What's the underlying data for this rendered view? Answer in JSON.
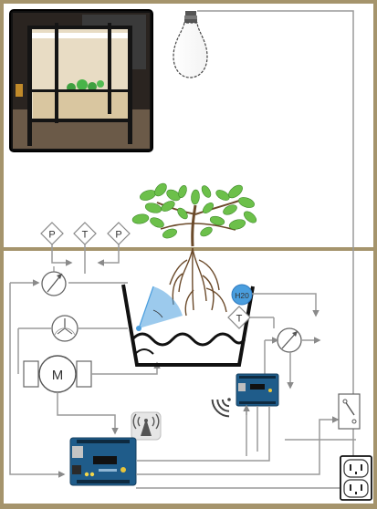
{
  "sensors": {
    "p_left_label": "P",
    "t_label": "T",
    "p_right_label": "P",
    "water_temp_label": "T",
    "h2o_label": "H20"
  },
  "motor": {
    "label": "M"
  },
  "colors": {
    "frame": "#a5946c",
    "wire": "#9a9a9a",
    "water_sensor": "#4a9ede",
    "arduino": "#1f5c8a",
    "leaf": "#6cc04a"
  }
}
